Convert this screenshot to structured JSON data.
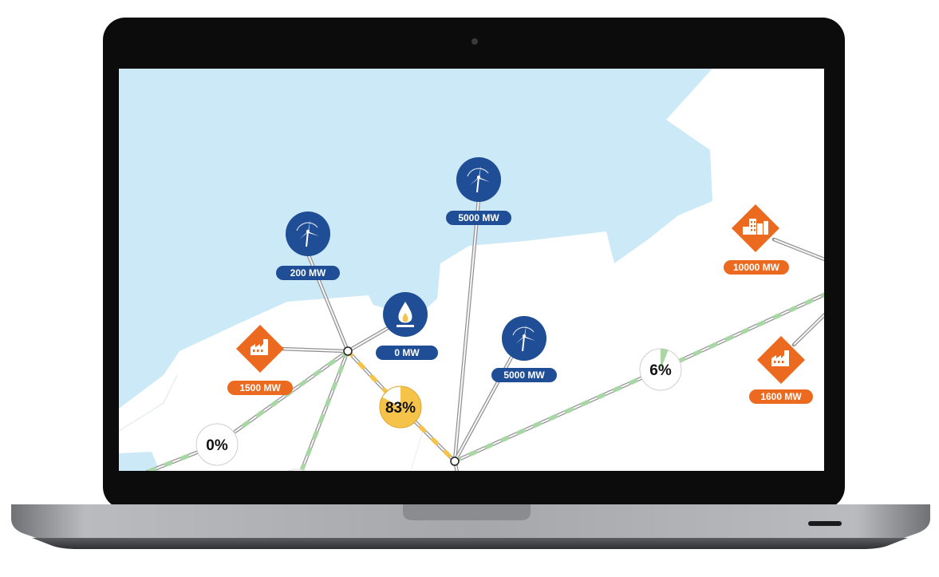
{
  "colors": {
    "sea": "#cce9f8",
    "land": "#ffffff",
    "producer_blue": "#1f4e96",
    "consumer_orange": "#ec6a1f",
    "line_gray": "#a9a9a9",
    "flow_green": "#a9d6a5",
    "flow_yellow": "#f5c24a",
    "laptop_bezel": "#0c0c0c",
    "laptop_body": "#a7a9ac"
  },
  "icons": {
    "wind": "wind-turbine-icon",
    "gas": "gas-flame-icon",
    "factory": "factory-icon",
    "city": "city-icon"
  },
  "map": {
    "producers": [
      {
        "name": "wind-farm-west",
        "icon": "wind-turbine-icon",
        "label": "200 MW"
      },
      {
        "name": "wind-farm-north",
        "icon": "wind-turbine-icon",
        "label": "5000 MW"
      },
      {
        "name": "gas-plant",
        "icon": "gas-flame-icon",
        "label": "0 MW"
      },
      {
        "name": "wind-farm-central",
        "icon": "wind-turbine-icon",
        "label": "5000 MW"
      }
    ],
    "consumers": [
      {
        "name": "industry-west",
        "icon": "factory-icon",
        "label": "1500 MW"
      },
      {
        "name": "city-east",
        "icon": "city-icon",
        "label": "10000 MW"
      },
      {
        "name": "industry-east",
        "icon": "factory-icon",
        "label": "1600 MW"
      }
    ],
    "line_loads": [
      {
        "name": "load-west",
        "value": 0,
        "label": "0%"
      },
      {
        "name": "load-central",
        "value": 83,
        "label": "83%"
      },
      {
        "name": "load-east",
        "value": 6,
        "label": "6%"
      }
    ]
  }
}
